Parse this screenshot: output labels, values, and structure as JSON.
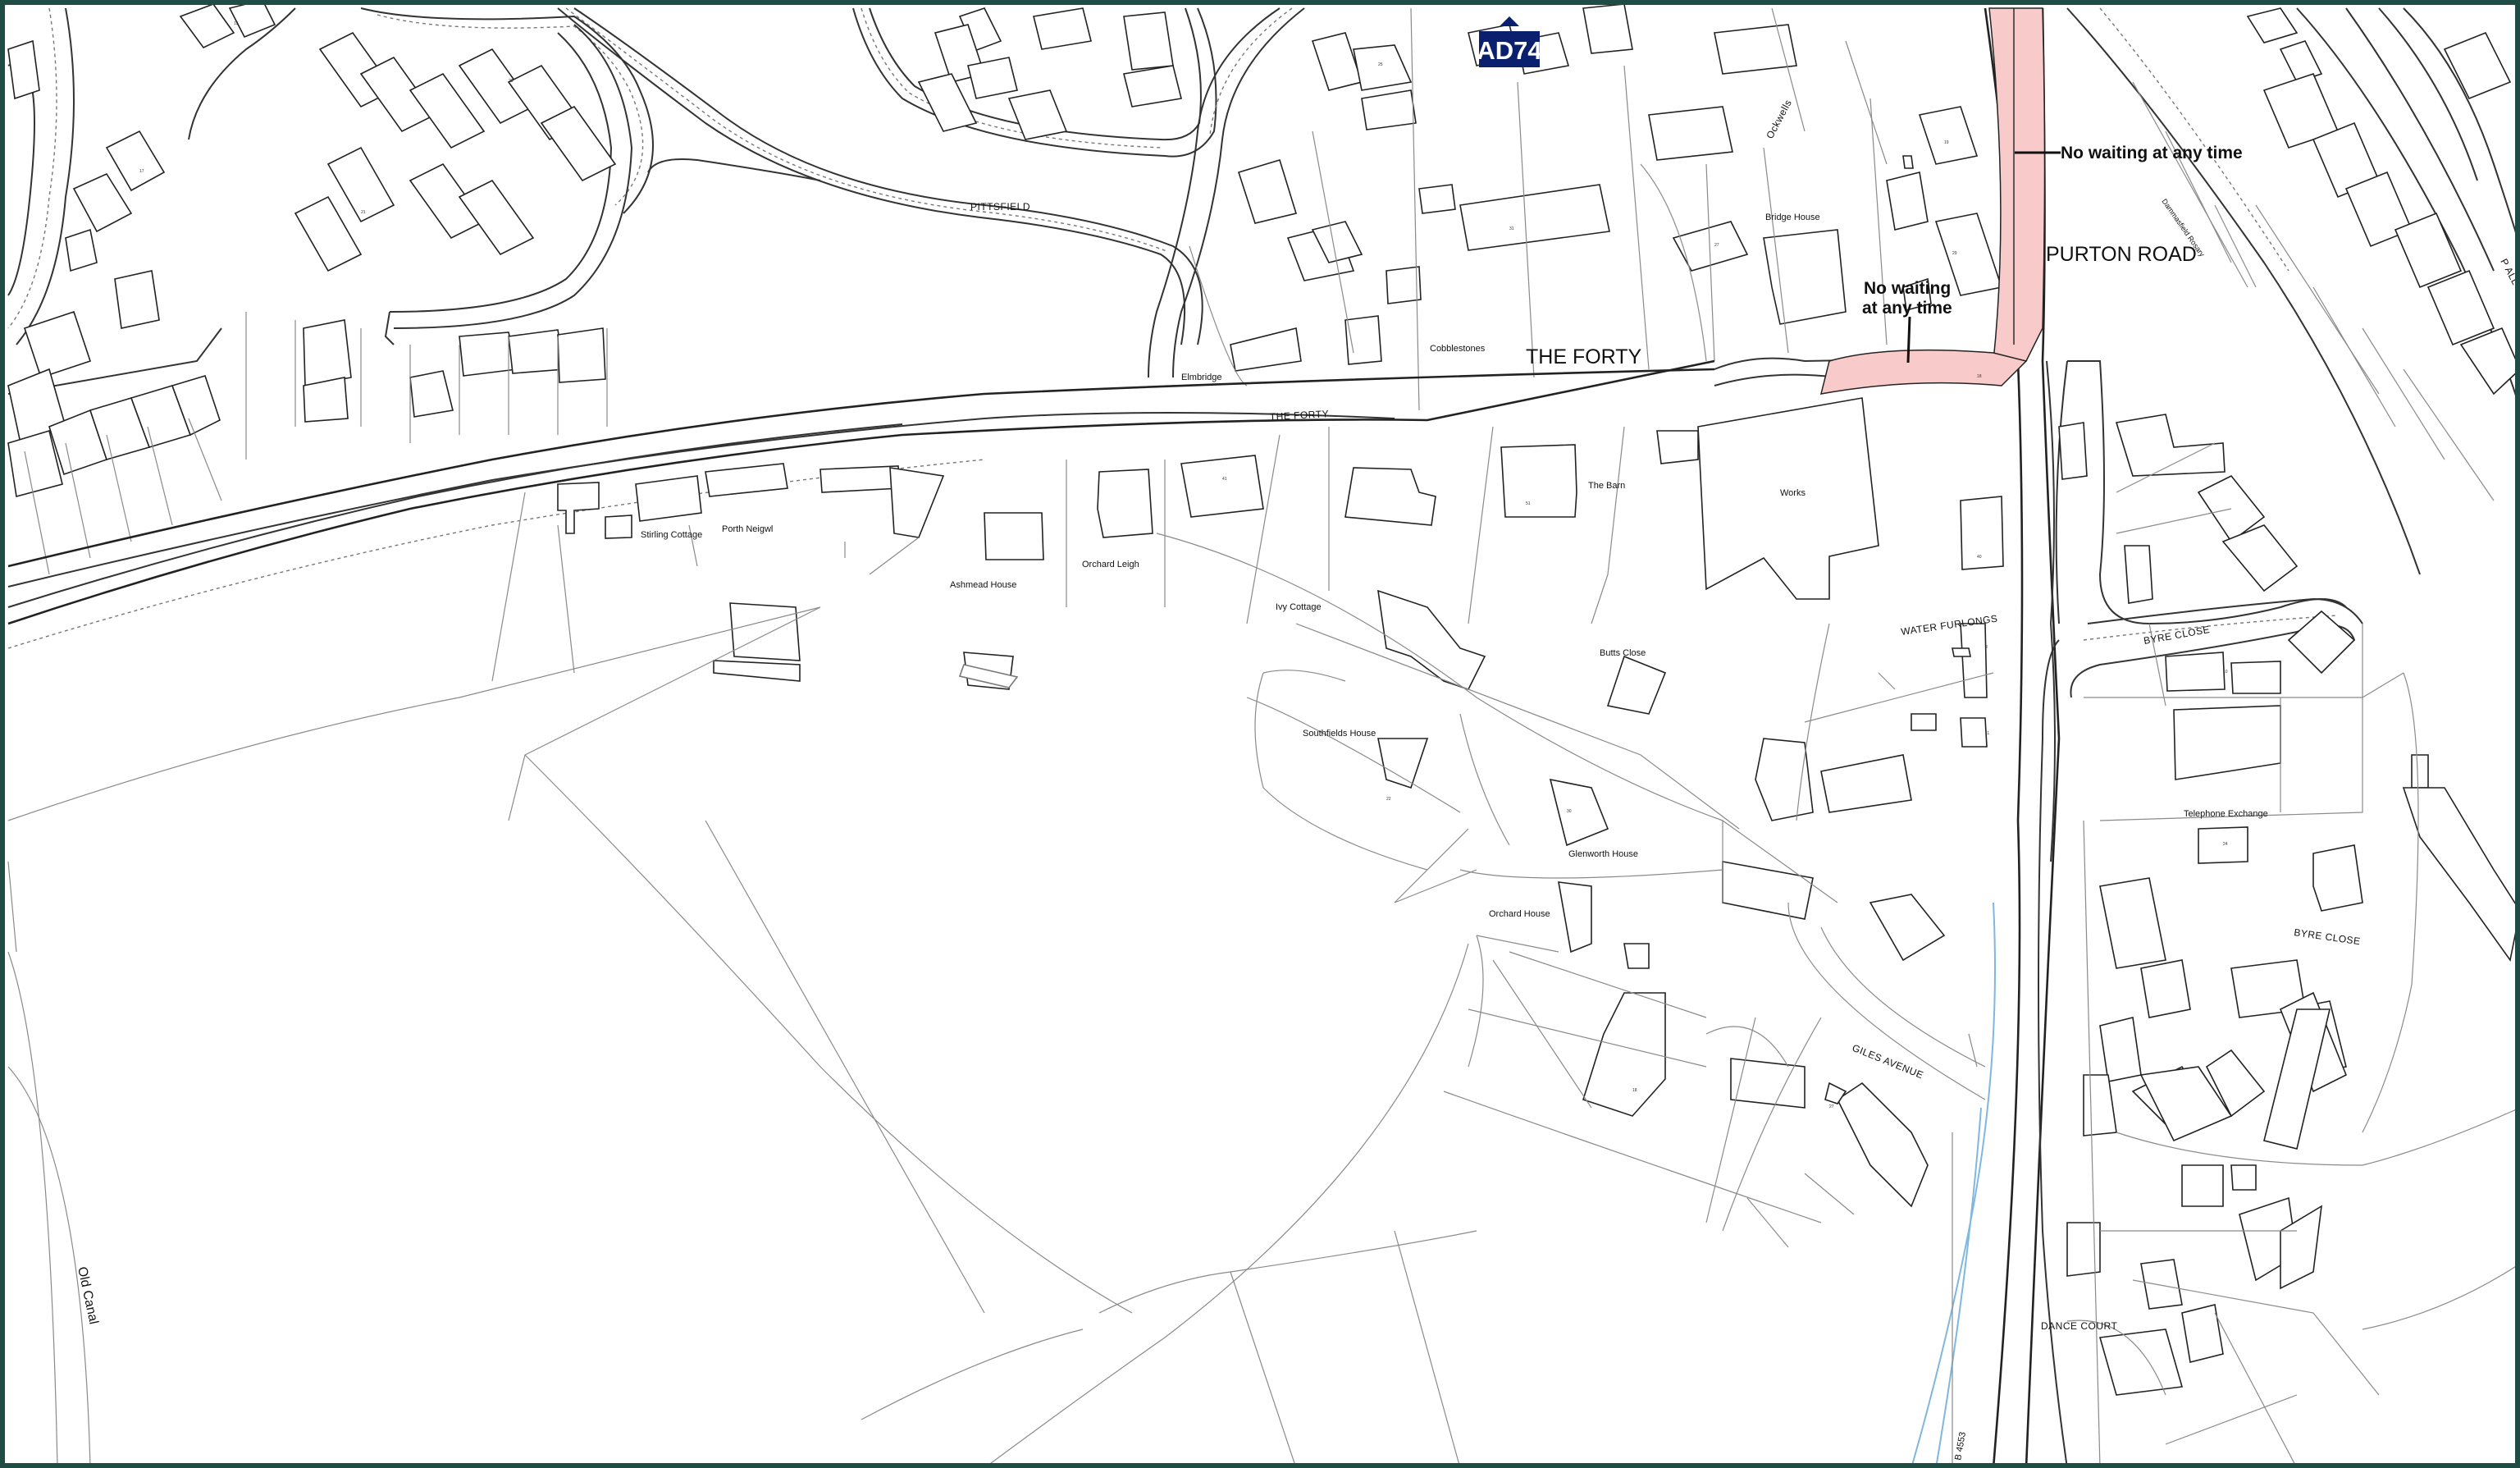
{
  "plan": {
    "reference": "AD74",
    "north_icon": "north-arrow-icon"
  },
  "roads": {
    "the_forty_large": "THE FORTY",
    "the_forty_small": "THE FORTY",
    "purton_road": "PURTON ROAD",
    "pittsfield": "PITTSFIELD",
    "ockwells": "Ockwells",
    "water_furlongs": "WATER FURLONGS",
    "byre_close_1": "BYRE CLOSE",
    "byre_close_2": "BYRE CLOSE",
    "giles_avenue": "GILES AVENUE",
    "dance_court": "DANCE COURT",
    "b4553": "B 4553",
    "old_canal": "Old Canal",
    "dammas_close": "Dammasfield Rosary",
    "p_all": "P ALL"
  },
  "restrictions": {
    "label_1": "No waiting at any time",
    "label_2_line1": "No waiting",
    "label_2_line2": "at any time",
    "color": "#f9caca"
  },
  "properties": {
    "bridge_house": "Bridge House",
    "cobblestones": "Cobblestones",
    "elmbridge": "Elmbridge",
    "stirling_cottage": "Stirling Cottage",
    "porth_neigwl": "Porth Neigwl",
    "ashmead_house": "Ashmead House",
    "orchard_leigh": "Orchard Leigh",
    "ivy_cottage": "Ivy Cottage",
    "the_barn": "The Barn",
    "works": "Works",
    "butts_close": "Butts Close",
    "southfields_house": "Southfields House",
    "glenworth_house": "Glenworth House",
    "orchard_house": "Orchard House",
    "telephone_exchange": "Telephone Exchange"
  },
  "colors": {
    "frame": "#1f4d45",
    "badge": "#0a1f6e",
    "water": "#7fb7e0"
  }
}
